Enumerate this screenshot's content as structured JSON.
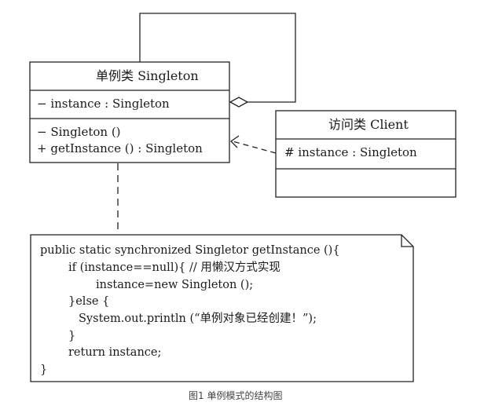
{
  "singleton_class": {
    "title": "单例类 Singleton",
    "attributes": [
      "− instance : Singleton"
    ],
    "operations": [
      "− Singleton ()",
      "+ getInstance () : Singleton"
    ]
  },
  "client_class": {
    "title": "访问类 Client",
    "attributes": [
      "# instance : Singleton"
    ]
  },
  "note": {
    "lines": [
      "public static synchronized Singletor getInstance (){",
      "if (instance==null){ // 用懒汉方式实现",
      "instance=new Singleton ();",
      "}else {",
      "System.out.println (“单例对象已经创建！”);",
      "}",
      "return instance;",
      "}"
    ]
  },
  "caption": "图1 单例模式的结构图"
}
